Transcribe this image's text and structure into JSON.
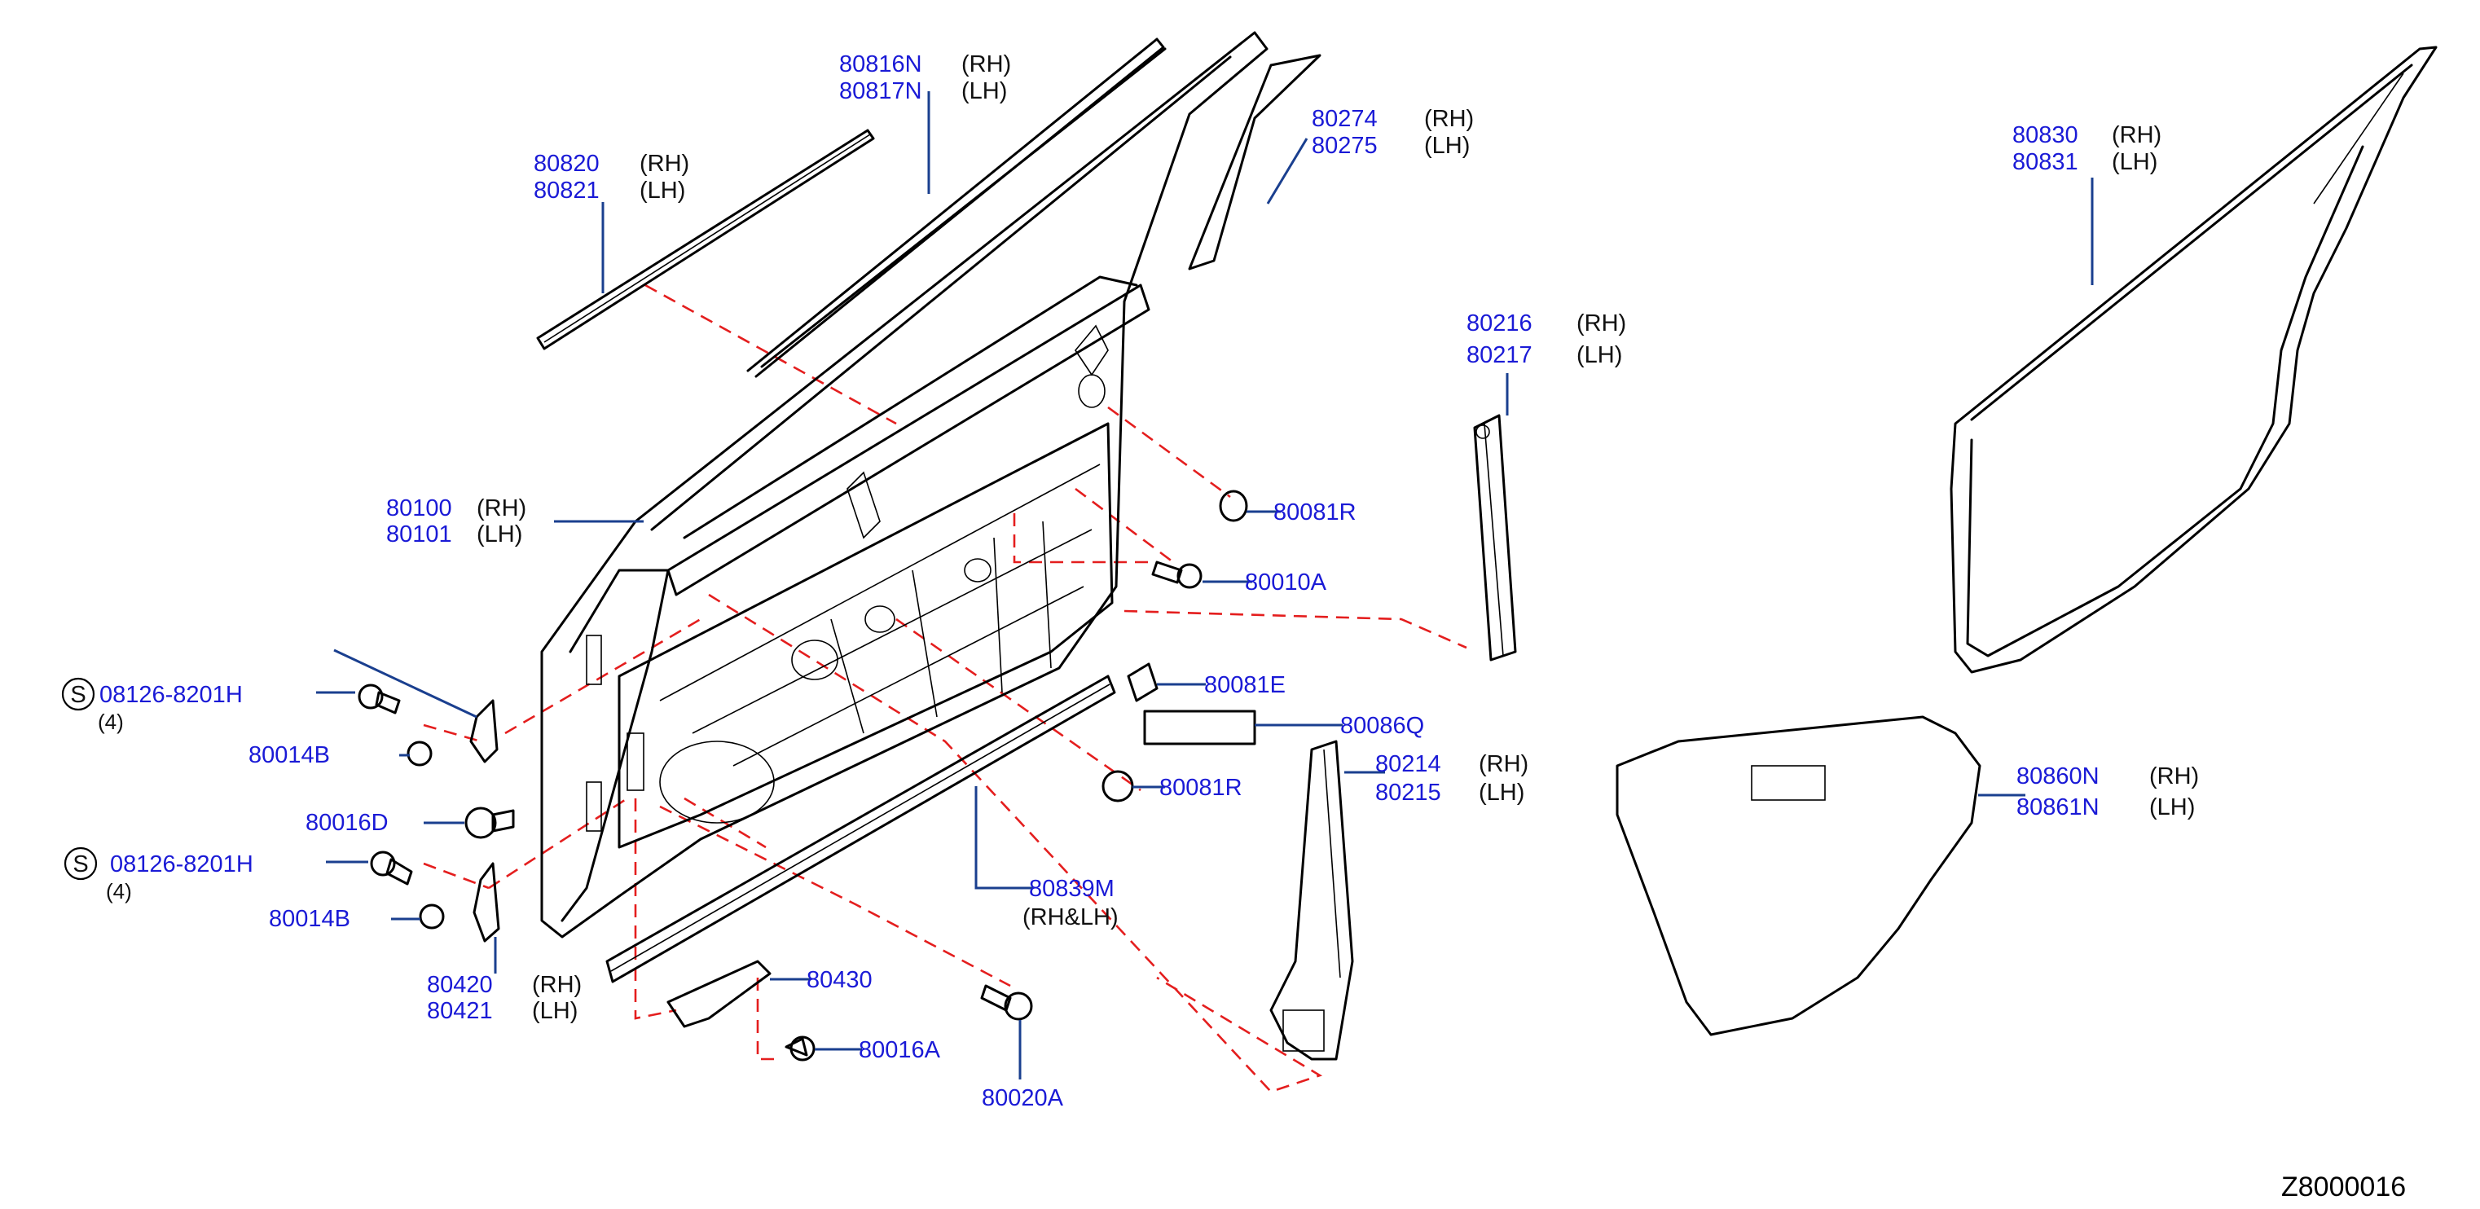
{
  "diagram_id": "Z8000016",
  "colors": {
    "part_number": "#1a1ad6",
    "leader": "#1a3f8f",
    "dashed_guide": "#e41e1e",
    "outline": "#000000"
  },
  "callouts": [
    {
      "id": "c80816",
      "parts": [
        "80816N",
        "80817N"
      ],
      "sides": [
        "(RH)",
        "(LH)"
      ]
    },
    {
      "id": "c80820",
      "parts": [
        "80820",
        "80821"
      ],
      "sides": [
        "(RH)",
        "(LH)"
      ]
    },
    {
      "id": "c80274",
      "parts": [
        "80274",
        "80275"
      ],
      "sides": [
        "(RH)",
        "(LH)"
      ]
    },
    {
      "id": "c80830",
      "parts": [
        "80830",
        "80831"
      ],
      "sides": [
        "(RH)",
        "(LH)"
      ]
    },
    {
      "id": "c80216",
      "parts": [
        "80216",
        "80217"
      ],
      "sides": [
        "(RH)",
        "(LH)"
      ]
    },
    {
      "id": "c80100",
      "parts": [
        "80100",
        "80101"
      ],
      "sides": [
        "(RH)",
        "(LH)"
      ]
    },
    {
      "id": "c80081R_top",
      "parts": [
        "80081R"
      ],
      "sides": []
    },
    {
      "id": "c80010A",
      "parts": [
        "80010A"
      ],
      "sides": []
    },
    {
      "id": "c80081E",
      "parts": [
        "80081E"
      ],
      "sides": []
    },
    {
      "id": "c80086Q",
      "parts": [
        "80086Q"
      ],
      "sides": []
    },
    {
      "id": "c80214",
      "parts": [
        "80214",
        "80215"
      ],
      "sides": [
        "(RH)",
        "(LH)"
      ]
    },
    {
      "id": "c80860N",
      "parts": [
        "80860N",
        "80861N"
      ],
      "sides": [
        "(RH)",
        "(LH)"
      ]
    },
    {
      "id": "c80081R_bottom",
      "parts": [
        "80081R"
      ],
      "sides": []
    },
    {
      "id": "c80839M",
      "parts": [
        "80839M"
      ],
      "sides": [
        "(RH&LH)"
      ]
    },
    {
      "id": "c80430",
      "parts": [
        "80430"
      ],
      "sides": []
    },
    {
      "id": "c80016A",
      "parts": [
        "80016A"
      ],
      "sides": []
    },
    {
      "id": "c80020A",
      "parts": [
        "80020A"
      ],
      "sides": []
    },
    {
      "id": "c80420",
      "parts": [
        "80420",
        "80421"
      ],
      "sides": [
        "(RH)",
        "(LH)"
      ]
    },
    {
      "id": "c80014B_top",
      "parts": [
        "80014B"
      ],
      "sides": []
    },
    {
      "id": "c80016D",
      "parts": [
        "80016D"
      ],
      "sides": []
    },
    {
      "id": "c80014B_bottom",
      "parts": [
        "80014B"
      ],
      "sides": []
    }
  ],
  "standard_parts": [
    {
      "id": "s1",
      "symbol": "S",
      "part": "08126-8201H",
      "qty": "(4)"
    },
    {
      "id": "s2",
      "symbol": "S",
      "part": "08126-8201H",
      "qty": "(4)"
    }
  ]
}
